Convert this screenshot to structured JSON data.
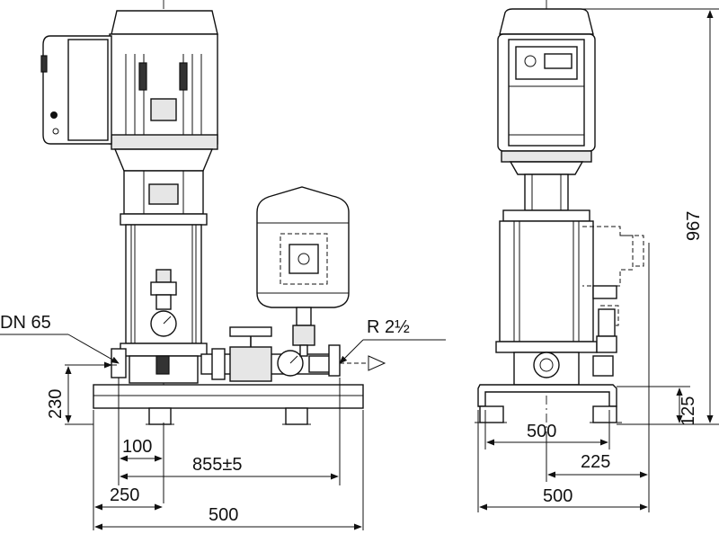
{
  "front_view": {
    "labels": {
      "inlet": "DN 65",
      "outlet": "R 2½",
      "height_base": "230",
      "offset_inlet": "100",
      "length_pipe": "855±5",
      "offset_axis": "250",
      "width_base": "500"
    }
  },
  "side_view": {
    "labels": {
      "total_height": "967",
      "base_height": "125",
      "inner_width": "500",
      "offset_right": "225",
      "width_base": "500"
    }
  }
}
